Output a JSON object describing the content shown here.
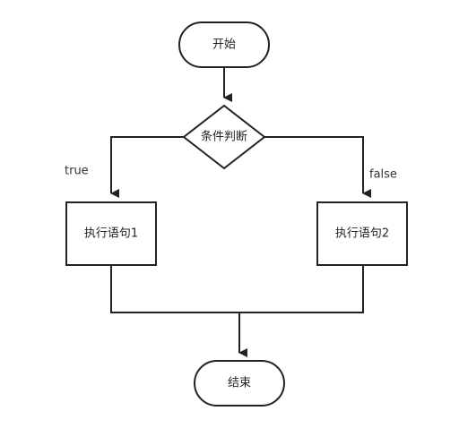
{
  "diagram": {
    "nodes": {
      "start": "开始",
      "decision": "条件判断",
      "stmt1": "执行语句1",
      "stmt2": "执行语句2",
      "end": "结束"
    },
    "edge_labels": {
      "true_branch": "true",
      "false_branch": "false"
    },
    "colors": {
      "stroke": "#222222",
      "background": "#ffffff"
    }
  }
}
